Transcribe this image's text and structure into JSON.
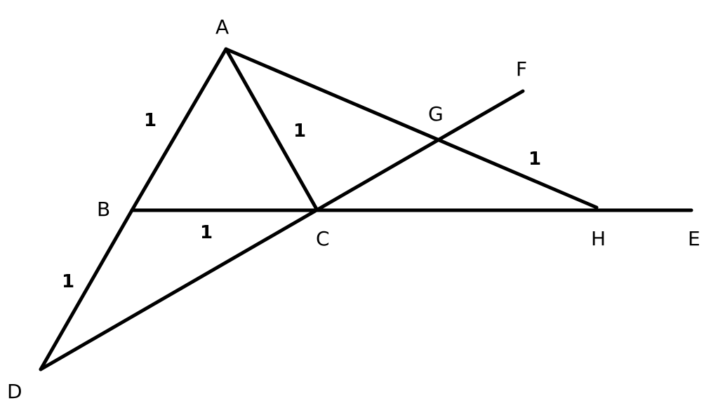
{
  "points": {
    "A": "A",
    "B": "B",
    "C": "C",
    "D": "D",
    "E": "E",
    "F": "F",
    "G": "G",
    "H": "H"
  },
  "lengths": {
    "AB": "1",
    "AC": "1",
    "BC": "1",
    "BD": "1",
    "GH": "1"
  }
}
